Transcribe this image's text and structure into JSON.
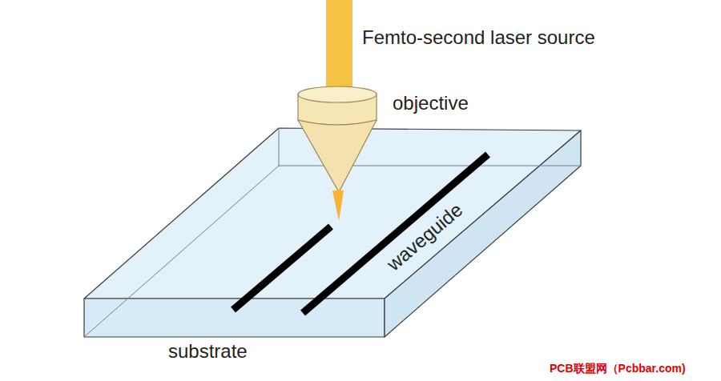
{
  "diagram": {
    "labels": [
      "Femto-second laser source",
      "objective",
      "waveguide",
      "substrate",
      "PCB联盟网（Pcbbar.com)"
    ]
  }
}
